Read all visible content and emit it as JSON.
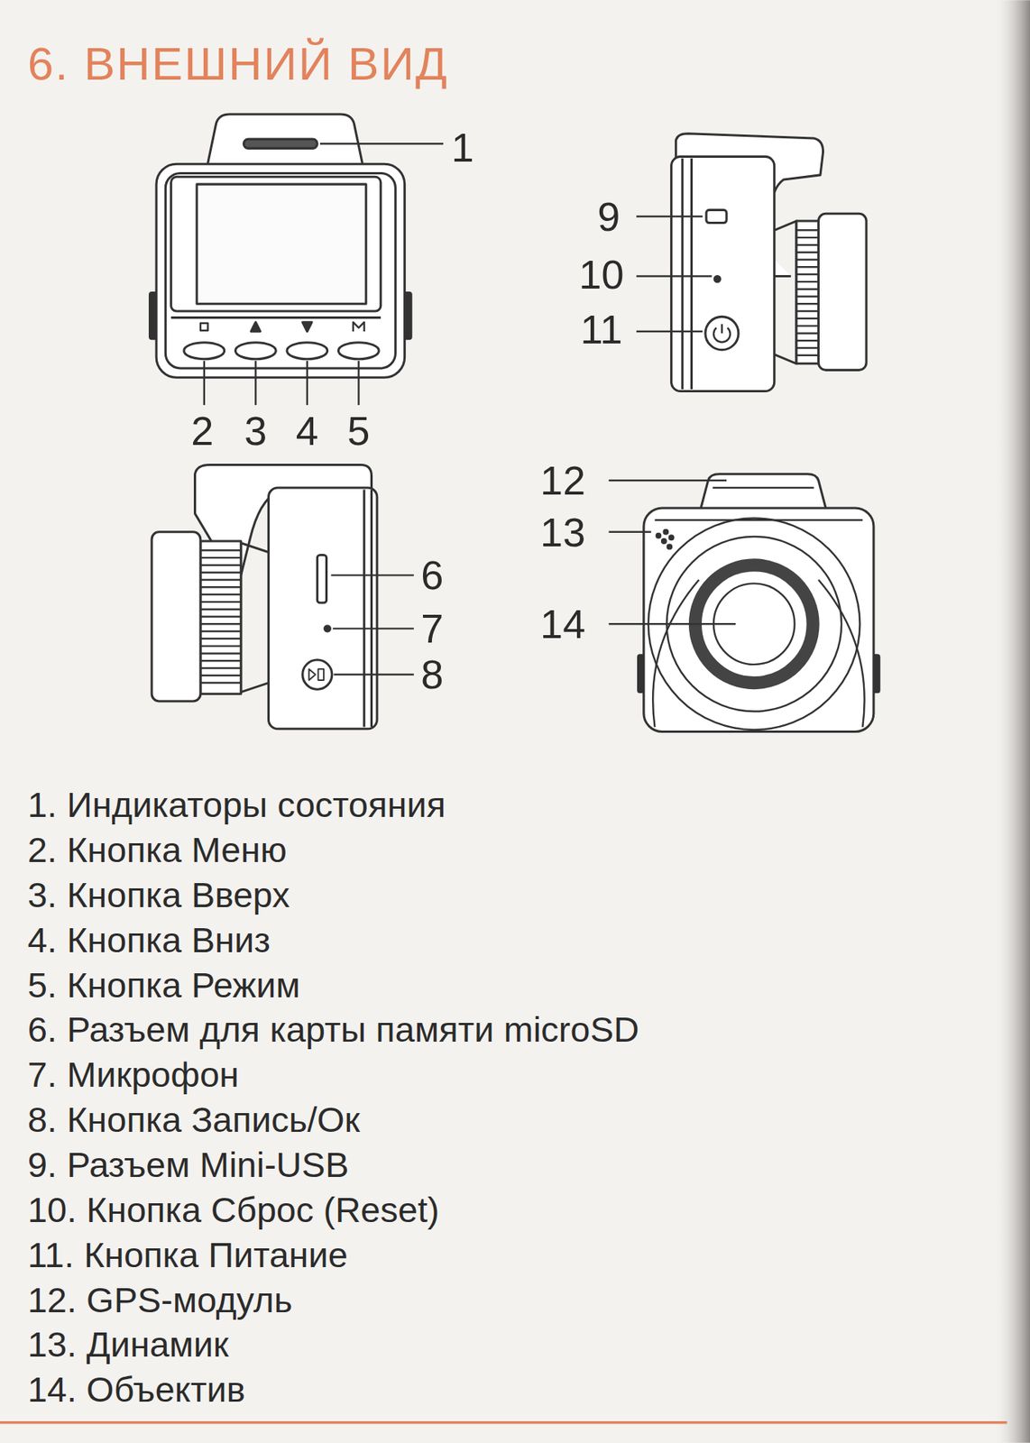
{
  "diagram": {
    "title": "6. ВНЕШНИЙ ВИД",
    "labels": [
      "1",
      "2",
      "3",
      "4",
      "5",
      "6",
      "7",
      "8",
      "9",
      "10",
      "11",
      "12",
      "13",
      "14",
      "1. Индикаторы состояния",
      "2. Кнопка Меню",
      "3. Кнопка Вверх",
      "4. Кнопка Вниз",
      "5. Кнопка Режим",
      "6. Разъем для карты памяти microSD",
      "7. Микрофон",
      "8. Кнопка Запись/Ок",
      "9. Разъем Mini-USB",
      "10. Кнопка Сброс (Reset)",
      "11. Кнопка Питание",
      "12. GPS-модуль",
      "13. Динамик",
      "14. Объектив"
    ]
  }
}
